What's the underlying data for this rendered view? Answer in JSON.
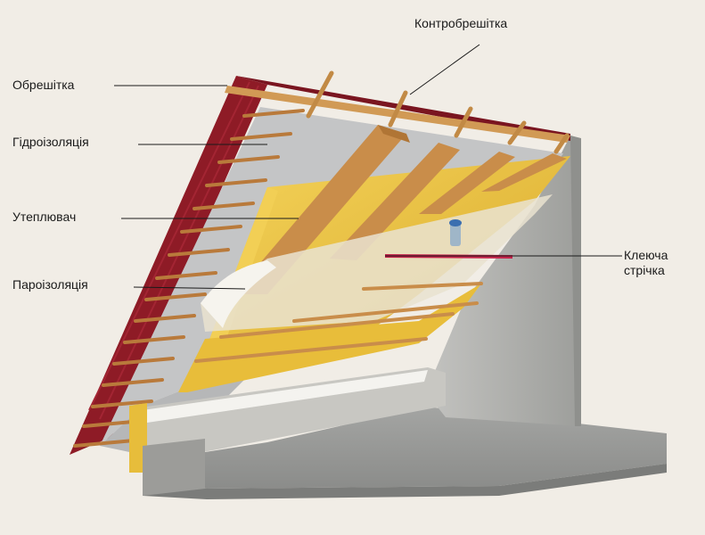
{
  "labels": {
    "kontrobreshitka": "Контробрешітка",
    "obreshitka": "Обрешітка",
    "gidroizolyatsiya": "Гідроізоляція",
    "uteplyuvach": "Утеплювач",
    "paroizolyatsiya": "Пароізоляція",
    "kleyucha_line1": "Клеюча",
    "kleyucha_line2": "стрічка"
  },
  "colors": {
    "background": "#f1ede6",
    "roofing": "#8e1b26",
    "insulation": "#e9c23e",
    "timber": "#c98d4a",
    "membrane": "#c7c8c8",
    "vapour_film": "#e8dfc8",
    "tape": "#c4224a",
    "concrete": "#a9a9a7"
  }
}
